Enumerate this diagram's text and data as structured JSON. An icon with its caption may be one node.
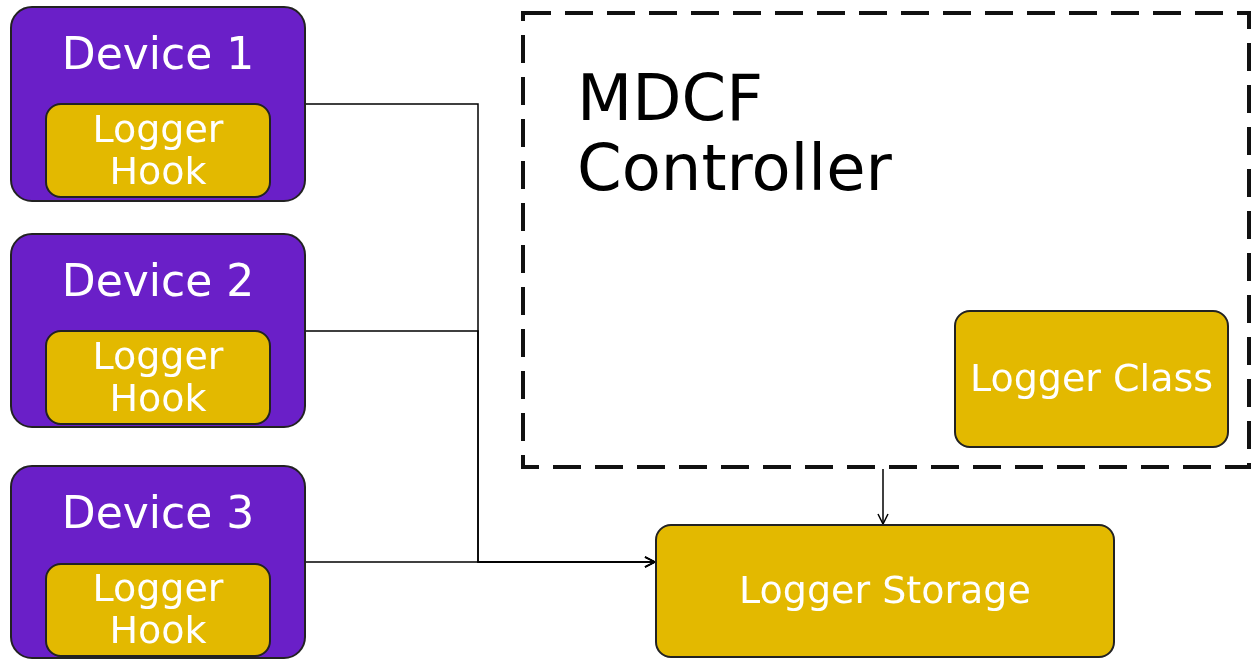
{
  "diagram": {
    "nodes": [
      {
        "text": [
          "Device 1"
        ]
      },
      {
        "text": [
          "Logger Hook"
        ],
        "in": 0
      },
      {
        "text": [
          "Device 2"
        ]
      },
      {
        "text": [
          "Logger Hook"
        ],
        "in": 2
      },
      {
        "text": [
          "Device 3"
        ]
      },
      {
        "text": [
          "Logger Hook"
        ],
        "in": 4
      },
      {
        "text": [
          "MDCF Controller"
        ]
      },
      {
        "text": [
          "Logger Class"
        ],
        "in": 6
      },
      {
        "text": [
          "Logger Storage"
        ]
      }
    ],
    "edges": [
      {
        "from": 0,
        "to": 8,
        "arrow": "to"
      },
      {
        "from": 2,
        "to": 8,
        "arrow": "to"
      },
      {
        "from": 4,
        "to": 8,
        "arrow": "to"
      },
      {
        "from": 6,
        "to": 8,
        "arrow": "to"
      }
    ]
  }
}
